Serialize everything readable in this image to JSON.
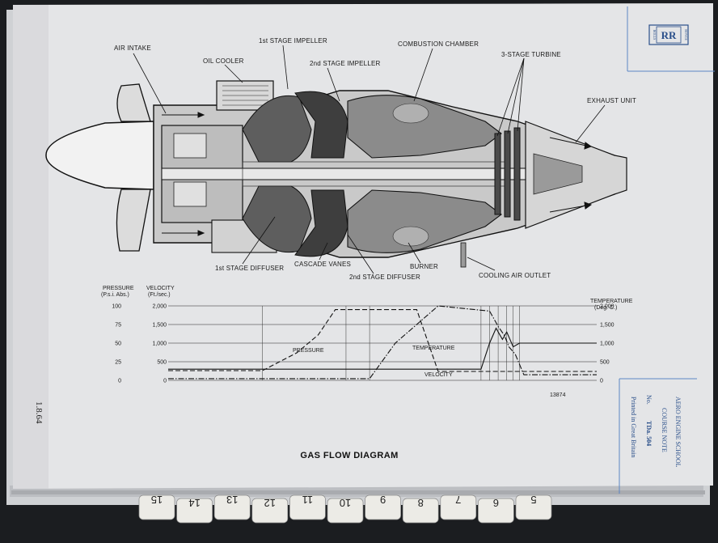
{
  "diagram": {
    "title": "GAS FLOW DIAGRAM",
    "page_number": "1.8.64",
    "drawing_ref": "13874",
    "labels": {
      "air_intake": "AIR INTAKE",
      "oil_cooler": "OIL COOLER",
      "impeller_1": "1st STAGE IMPELLER",
      "impeller_2": "2nd STAGE IMPELLER",
      "combustion_chamber": "COMBUSTION CHAMBER",
      "turbine": "3-STAGE TURBINE",
      "exhaust_unit": "EXHAUST UNIT",
      "diffuser_1": "1st STAGE DIFFUSER",
      "cascade_vanes": "CASCADE VANES",
      "diffuser_2": "2nd STAGE DIFFUSER",
      "burner": "BURNER",
      "cooling_air_outlet": "COOLING AIR OUTLET"
    }
  },
  "course_note": {
    "line1": "AERO ENGINE SCHOOL",
    "line2": "COURSE NOTE",
    "no_label": "No.",
    "number": "TDa. 504",
    "printed": "Printed in Great Britain"
  },
  "logo": {
    "letters": "RR",
    "left_word": "ROLLS",
    "right_word": "ROYCE"
  },
  "tabs": [
    "5",
    "6",
    "7",
    "8",
    "9",
    "10",
    "11",
    "12",
    "13",
    "14",
    "15"
  ],
  "chart_data": {
    "type": "line",
    "axes": {
      "pressure": {
        "title": "PRESSURE",
        "unit": "(P.s.i. Abs.)",
        "ticks": [
          "100",
          "75",
          "50",
          "25",
          "0"
        ],
        "range": [
          0,
          100
        ]
      },
      "velocity": {
        "title": "VELOCITY",
        "unit": "(Ft./sec.)",
        "ticks": [
          "2,000",
          "1,500",
          "1,000",
          "500",
          "0"
        ],
        "range": [
          0,
          2000
        ]
      },
      "temperature": {
        "title": "TEMPERATURE",
        "unit": "(Deg. C.)",
        "ticks": [
          "2,000",
          "1,500",
          "1,000",
          "500",
          "0"
        ],
        "range": [
          0,
          2000
        ]
      }
    },
    "x_range": [
      0,
      100
    ],
    "series": [
      {
        "name": "PRESSURE",
        "axis": "pressure",
        "style": "dash",
        "x": [
          0,
          22,
          30,
          35,
          39,
          58,
          63,
          100
        ],
        "y": [
          13,
          13,
          37,
          61,
          95,
          95,
          12,
          12
        ]
      },
      {
        "name": "TEMPERATURE",
        "axis": "temperature",
        "style": "dashdot",
        "x": [
          0,
          47,
          53,
          63,
          75,
          77,
          78.5,
          79.5,
          81,
          83,
          100
        ],
        "y": [
          45,
          45,
          1000,
          2000,
          1860,
          1450,
          1200,
          900,
          700,
          150,
          150
        ]
      },
      {
        "name": "VELOCITY",
        "axis": "velocity",
        "style": "solid",
        "x": [
          0,
          22,
          47,
          73,
          75,
          76.5,
          78,
          79,
          80.5,
          82,
          100
        ],
        "y": [
          300,
          300,
          300,
          300,
          1000,
          1400,
          1100,
          1300,
          900,
          1000,
          1000
        ]
      }
    ],
    "annotations": [
      "PRESSURE",
      "TEMPERATURE",
      "VELOCITY"
    ]
  }
}
